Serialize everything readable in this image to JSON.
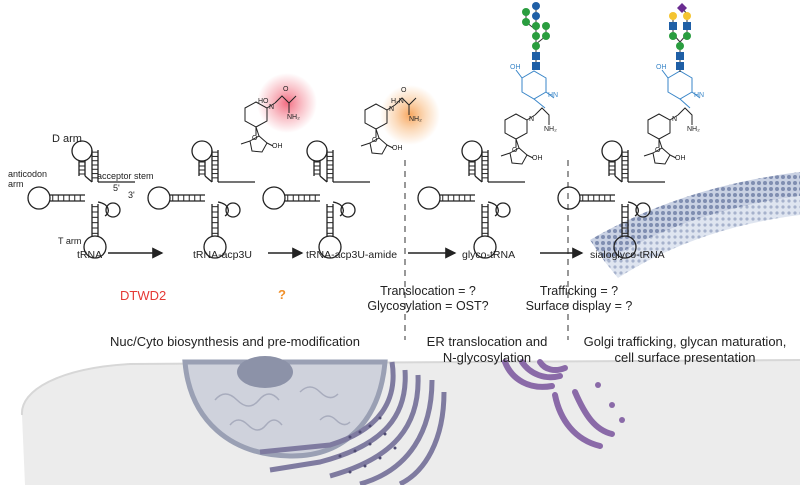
{
  "trna_labels": {
    "d_arm": "D arm",
    "anticodon_arm": "anticodon\narm",
    "acceptor_stem": "acceptor stem",
    "five_prime": "5'",
    "three_prime": "3'",
    "t_arm": "T arm"
  },
  "stages": [
    "tRNA",
    "tRNA-acp3U",
    "tRNA-acp3U-amide",
    "glyco-tRNA",
    "sialoglyco-tRNA"
  ],
  "enzymes": {
    "known": "DTWD2",
    "unknown": "?"
  },
  "questions": {
    "er": [
      "Translocation = ?",
      "Glycosylation = OST?"
    ],
    "golgi": [
      "Trafficking = ?",
      "Surface display = ?"
    ]
  },
  "phases": {
    "cyto": "Nuc/Cyto biosynthesis and pre-modification",
    "er": "ER translocation and\nN-glycosylation",
    "golgi": "Golgi trafficking, glycan maturation,\ncell surface presentation"
  },
  "chem": {
    "ho": "HO",
    "o": "O",
    "nh2": "NH₂",
    "h2n": "H₂N",
    "n": "N",
    "oh": "OH",
    "hn": "HN"
  },
  "colors": {
    "acp3u_glow": "#ef5b6e",
    "amide_glow": "#f6a04d",
    "glycan_blue": "#1f5fa6",
    "glycan_green": "#2a9d3f",
    "glycan_yellow": "#f4c430",
    "glycan_purple": "#6a2c91",
    "sugar_ring": "#3a86c8",
    "membrane": "#8a98b8",
    "cell": "#e9e9e9",
    "organelle_purple": "#8a6aa8",
    "known_enzyme": "#e53935",
    "unknown_enzyme": "#f0902a"
  }
}
